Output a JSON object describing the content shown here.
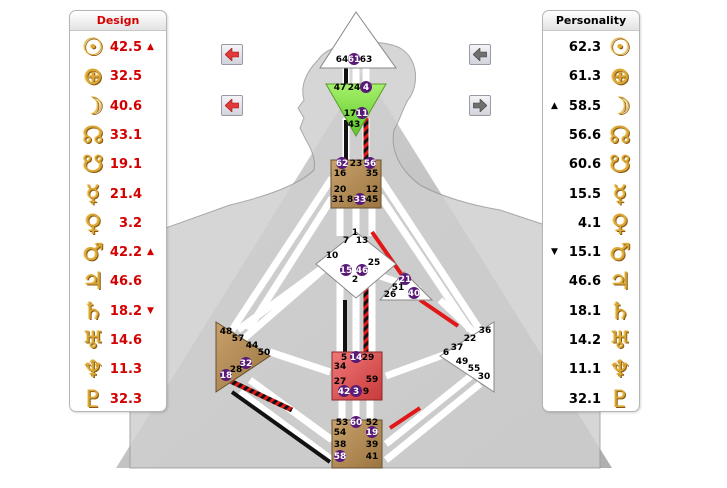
{
  "design": {
    "title": "Design",
    "rows": [
      {
        "planet": "sun",
        "glyph": "☉",
        "value": "42.5",
        "arrow": "▲"
      },
      {
        "planet": "earth",
        "glyph": "⊕",
        "value": "32.5",
        "arrow": ""
      },
      {
        "planet": "moon",
        "glyph": "☽",
        "value": "40.6",
        "arrow": ""
      },
      {
        "planet": "north-node",
        "glyph": "☊",
        "value": "33.1",
        "arrow": ""
      },
      {
        "planet": "south-node",
        "glyph": "☋",
        "value": "19.1",
        "arrow": ""
      },
      {
        "planet": "mercury",
        "glyph": "☿",
        "value": "21.4",
        "arrow": ""
      },
      {
        "planet": "venus",
        "glyph": "♀",
        "value": "3.2",
        "arrow": ""
      },
      {
        "planet": "mars",
        "glyph": "♂",
        "value": "42.2",
        "arrow": "▲"
      },
      {
        "planet": "jupiter",
        "glyph": "♃",
        "value": "46.6",
        "arrow": ""
      },
      {
        "planet": "saturn",
        "glyph": "♄",
        "value": "18.2",
        "arrow": "▼"
      },
      {
        "planet": "uranus",
        "glyph": "♅",
        "value": "14.6",
        "arrow": ""
      },
      {
        "planet": "neptune",
        "glyph": "♆",
        "value": "11.3",
        "arrow": ""
      },
      {
        "planet": "pluto",
        "glyph": "♇",
        "value": "32.3",
        "arrow": ""
      }
    ]
  },
  "personality": {
    "title": "Personality",
    "rows": [
      {
        "planet": "sun",
        "glyph": "☉",
        "value": "62.3",
        "arrow": ""
      },
      {
        "planet": "earth",
        "glyph": "⊕",
        "value": "61.3",
        "arrow": ""
      },
      {
        "planet": "moon",
        "glyph": "☽",
        "value": "58.5",
        "arrow": "▲"
      },
      {
        "planet": "north-node",
        "glyph": "☊",
        "value": "56.6",
        "arrow": ""
      },
      {
        "planet": "south-node",
        "glyph": "☋",
        "value": "60.6",
        "arrow": ""
      },
      {
        "planet": "mercury",
        "glyph": "☿",
        "value": "15.5",
        "arrow": ""
      },
      {
        "planet": "venus",
        "glyph": "♀",
        "value": "4.1",
        "arrow": ""
      },
      {
        "planet": "mars",
        "glyph": "♂",
        "value": "15.1",
        "arrow": "▼"
      },
      {
        "planet": "jupiter",
        "glyph": "♃",
        "value": "46.6",
        "arrow": ""
      },
      {
        "planet": "saturn",
        "glyph": "♄",
        "value": "18.1",
        "arrow": ""
      },
      {
        "planet": "uranus",
        "glyph": "♅",
        "value": "14.2",
        "arrow": ""
      },
      {
        "planet": "neptune",
        "glyph": "♆",
        "value": "11.1",
        "arrow": ""
      },
      {
        "planet": "pluto",
        "glyph": "♇",
        "value": "32.1",
        "arrow": ""
      }
    ]
  },
  "nav": {
    "buttons": [
      {
        "name": "design-prev-button",
        "icon": "arrow-left-red-icon",
        "color": "#e03a3a",
        "dir": "left"
      },
      {
        "name": "design-next-button",
        "icon": "arrow-left-red-icon",
        "color": "#e03a3a",
        "dir": "left"
      },
      {
        "name": "personality-prev-button",
        "icon": "arrow-left-gray-icon",
        "color": "#707070",
        "dir": "left"
      },
      {
        "name": "personality-next-button",
        "icon": "arrow-right-gray-icon",
        "color": "#707070",
        "dir": "right"
      }
    ]
  },
  "colors": {
    "design_red": "#d40000",
    "glyph_gold": "#d9a637",
    "defined_brown": "#b08a4e",
    "sacral_red": "#e05050",
    "throat_green": "#7ddb3a",
    "active_gate_purple": "#5a1a78",
    "channel_white": "#ffffff",
    "background_gray": "#c8c8c8"
  },
  "gates": [
    {
      "id": "64",
      "active": false
    },
    {
      "id": "61",
      "active": true
    },
    {
      "id": "63",
      "active": false
    },
    {
      "id": "47",
      "active": false
    },
    {
      "id": "24",
      "active": false
    },
    {
      "id": "4",
      "active": true
    },
    {
      "id": "17",
      "active": false
    },
    {
      "id": "11",
      "active": true
    },
    {
      "id": "43",
      "active": false
    },
    {
      "id": "62",
      "active": true
    },
    {
      "id": "23",
      "active": false
    },
    {
      "id": "56",
      "active": true
    },
    {
      "id": "16",
      "active": false
    },
    {
      "id": "35",
      "active": false
    },
    {
      "id": "20",
      "active": false
    },
    {
      "id": "12",
      "active": false
    },
    {
      "id": "31",
      "active": false
    },
    {
      "id": "8",
      "active": false
    },
    {
      "id": "33",
      "active": true
    },
    {
      "id": "45",
      "active": false
    },
    {
      "id": "1",
      "active": false
    },
    {
      "id": "7",
      "active": false
    },
    {
      "id": "13",
      "active": false
    },
    {
      "id": "10",
      "active": false
    },
    {
      "id": "25",
      "active": false
    },
    {
      "id": "15",
      "active": true
    },
    {
      "id": "46",
      "active": true
    },
    {
      "id": "2",
      "active": false
    },
    {
      "id": "21",
      "active": true
    },
    {
      "id": "51",
      "active": false
    },
    {
      "id": "26",
      "active": false
    },
    {
      "id": "40",
      "active": true
    },
    {
      "id": "48",
      "active": false
    },
    {
      "id": "57",
      "active": false
    },
    {
      "id": "44",
      "active": false
    },
    {
      "id": "50",
      "active": false
    },
    {
      "id": "32",
      "active": true
    },
    {
      "id": "28",
      "active": false
    },
    {
      "id": "18",
      "active": true
    },
    {
      "id": "36",
      "active": false
    },
    {
      "id": "22",
      "active": false
    },
    {
      "id": "37",
      "active": false
    },
    {
      "id": "6",
      "active": false
    },
    {
      "id": "49",
      "active": false
    },
    {
      "id": "55",
      "active": false
    },
    {
      "id": "30",
      "active": false
    },
    {
      "id": "5",
      "active": false
    },
    {
      "id": "14",
      "active": true
    },
    {
      "id": "29",
      "active": false
    },
    {
      "id": "34",
      "active": false
    },
    {
      "id": "27",
      "active": false
    },
    {
      "id": "59",
      "active": false
    },
    {
      "id": "42",
      "active": true
    },
    {
      "id": "3",
      "active": true
    },
    {
      "id": "9",
      "active": false
    },
    {
      "id": "53",
      "active": false
    },
    {
      "id": "60",
      "active": true
    },
    {
      "id": "52",
      "active": false
    },
    {
      "id": "54",
      "active": false
    },
    {
      "id": "19",
      "active": true
    },
    {
      "id": "38",
      "active": false
    },
    {
      "id": "39",
      "active": false
    },
    {
      "id": "58",
      "active": true
    },
    {
      "id": "41",
      "active": false
    }
  ]
}
